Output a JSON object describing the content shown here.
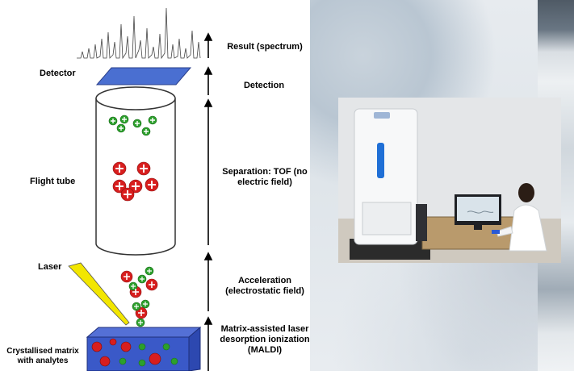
{
  "labels": {
    "detector": "Detector",
    "flight_tube": "Flight tube",
    "laser": "Laser",
    "matrix": "Crystallised matrix with analytes"
  },
  "stages": {
    "result": "Result (spectrum)",
    "detection": "Detection",
    "separation": "Separation: TOF (no electric field)",
    "acceleration": "Acceleration (electrostatic field)",
    "maldi": "Matrix-assisted laser desorption ionization (MALDI)"
  },
  "colors": {
    "detector": "#4a6fd1",
    "crystal": "#3a59c8",
    "ion_red": "#d81e1e",
    "ion_green": "#2ca02c"
  },
  "photo": {
    "description_icon": "maldi-tof-instrument-photo"
  }
}
